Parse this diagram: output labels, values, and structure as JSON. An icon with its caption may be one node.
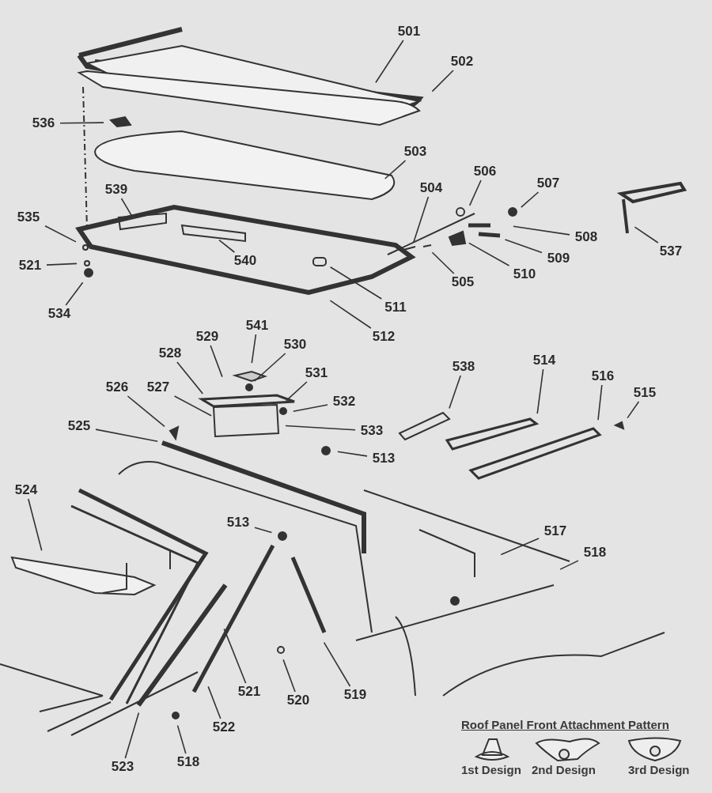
{
  "diagram": {
    "nodes": [
      {
        "text": [
          "501"
        ]
      },
      {
        "text": [
          "502"
        ]
      },
      {
        "text": [
          "503"
        ]
      },
      {
        "text": [
          "504"
        ]
      },
      {
        "text": [
          "505"
        ]
      },
      {
        "text": [
          "506"
        ]
      },
      {
        "text": [
          "507"
        ]
      },
      {
        "text": [
          "508"
        ]
      },
      {
        "text": [
          "509"
        ]
      },
      {
        "text": [
          "510"
        ]
      },
      {
        "text": [
          "511"
        ]
      },
      {
        "text": [
          "512"
        ]
      },
      {
        "text": [
          "537"
        ]
      },
      {
        "text": [
          "536"
        ]
      },
      {
        "text": [
          "535"
        ]
      },
      {
        "text": [
          "521"
        ]
      },
      {
        "text": [
          "534"
        ]
      },
      {
        "text": [
          "539"
        ]
      },
      {
        "text": [
          "540"
        ]
      },
      {
        "text": [
          "541"
        ]
      },
      {
        "text": [
          "529"
        ]
      },
      {
        "text": [
          "530"
        ]
      },
      {
        "text": [
          "528"
        ]
      },
      {
        "text": [
          "531"
        ]
      },
      {
        "text": [
          "526"
        ]
      },
      {
        "text": [
          "527"
        ]
      },
      {
        "text": [
          "532"
        ]
      },
      {
        "text": [
          "533"
        ]
      },
      {
        "text": [
          "525"
        ]
      },
      {
        "text": [
          "513"
        ]
      },
      {
        "text": [
          "538"
        ]
      },
      {
        "text": [
          "514"
        ]
      },
      {
        "text": [
          "516"
        ]
      },
      {
        "text": [
          "515"
        ]
      },
      {
        "text": [
          "524"
        ]
      },
      {
        "text": [
          "513"
        ]
      },
      {
        "text": [
          "517"
        ]
      },
      {
        "text": [
          "518"
        ]
      },
      {
        "text": [
          "519"
        ]
      },
      {
        "text": [
          "520"
        ]
      },
      {
        "text": [
          "521"
        ]
      },
      {
        "text": [
          "522"
        ]
      },
      {
        "text": [
          "523"
        ]
      },
      {
        "text": [
          "518"
        ]
      }
    ],
    "edges": [
      {
        "from": 0,
        "to": null,
        "arrow": "none"
      },
      {
        "from": 1,
        "to": null,
        "arrow": "none"
      },
      {
        "from": 2,
        "to": null,
        "arrow": "none"
      },
      {
        "from": 3,
        "to": null,
        "arrow": "none"
      },
      {
        "from": 4,
        "to": null,
        "arrow": "none"
      },
      {
        "from": 5,
        "to": null,
        "arrow": "none"
      },
      {
        "from": 6,
        "to": null,
        "arrow": "none"
      },
      {
        "from": 7,
        "to": null,
        "arrow": "none"
      },
      {
        "from": 8,
        "to": null,
        "arrow": "none"
      },
      {
        "from": 9,
        "to": null,
        "arrow": "none"
      },
      {
        "from": 10,
        "to": null,
        "arrow": "none"
      },
      {
        "from": 11,
        "to": null,
        "arrow": "none"
      },
      {
        "from": 12,
        "to": null,
        "arrow": "none"
      },
      {
        "from": 13,
        "to": null,
        "arrow": "none"
      },
      {
        "from": 14,
        "to": null,
        "arrow": "none"
      },
      {
        "from": 15,
        "to": null,
        "arrow": "none"
      },
      {
        "from": 16,
        "to": null,
        "arrow": "none"
      },
      {
        "from": 17,
        "to": null,
        "arrow": "none"
      },
      {
        "from": 18,
        "to": null,
        "arrow": "none"
      },
      {
        "from": 19,
        "to": null,
        "arrow": "none"
      },
      {
        "from": 20,
        "to": null,
        "arrow": "none"
      },
      {
        "from": 21,
        "to": null,
        "arrow": "none"
      },
      {
        "from": 22,
        "to": null,
        "arrow": "none"
      },
      {
        "from": 23,
        "to": null,
        "arrow": "none"
      },
      {
        "from": 24,
        "to": null,
        "arrow": "none"
      },
      {
        "from": 25,
        "to": null,
        "arrow": "none"
      },
      {
        "from": 26,
        "to": null,
        "arrow": "none"
      },
      {
        "from": 27,
        "to": null,
        "arrow": "none"
      },
      {
        "from": 28,
        "to": null,
        "arrow": "none"
      },
      {
        "from": 29,
        "to": null,
        "arrow": "none"
      },
      {
        "from": 30,
        "to": null,
        "arrow": "none"
      },
      {
        "from": 31,
        "to": null,
        "arrow": "none"
      },
      {
        "from": 32,
        "to": null,
        "arrow": "none"
      },
      {
        "from": 33,
        "to": null,
        "arrow": "none"
      },
      {
        "from": 34,
        "to": null,
        "arrow": "none"
      },
      {
        "from": 35,
        "to": null,
        "arrow": "none"
      },
      {
        "from": 36,
        "to": null,
        "arrow": "none"
      },
      {
        "from": 37,
        "to": null,
        "arrow": "none"
      },
      {
        "from": 38,
        "to": null,
        "arrow": "none"
      },
      {
        "from": 39,
        "to": null,
        "arrow": "none"
      },
      {
        "from": 40,
        "to": null,
        "arrow": "none"
      },
      {
        "from": 41,
        "to": null,
        "arrow": "none"
      },
      {
        "from": 42,
        "to": null,
        "arrow": "none"
      },
      {
        "from": 43,
        "to": null,
        "arrow": "none"
      }
    ],
    "labels": [
      "Roof Panel Front Attachment Pattern",
      "1st Design",
      "2nd Design",
      "3rd Design"
    ]
  }
}
